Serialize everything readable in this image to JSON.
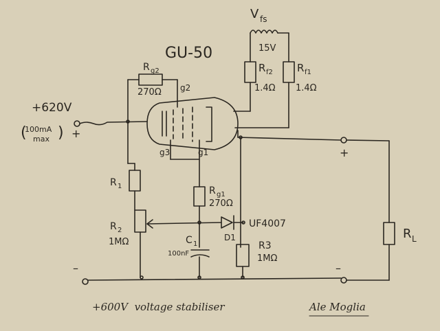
{
  "labels": {
    "tube": "GU-50",
    "vfs": "V",
    "vfs_sub": "fs",
    "filament_voltage": "15V",
    "rf2": "R",
    "rf2_sub": "f2",
    "rf2_value": "1.4Ω",
    "rf1": "R",
    "rf1_sub": "f1",
    "rf1_value": "1.4Ω",
    "rg2": "R",
    "rg2_sub": "g2",
    "rg2_value": "270Ω",
    "pin_g2": "g2",
    "pin_g3": "g3",
    "pin_g1": "g1",
    "supply_voltage": "+620V",
    "supply_current_top": "100mA",
    "supply_current_bottom": "max",
    "plus_in": "+",
    "minus_in": "–",
    "plus_out": "+",
    "minus_out": "–",
    "r1": "R",
    "r1_sub": "1",
    "r2": "R",
    "r2_sub": "2",
    "r2_value": "1MΩ",
    "rg1": "R",
    "rg1_sub": "g1",
    "rg1_value": "270Ω",
    "c1": "C",
    "c1_sub": "1",
    "c1_value": "100nF",
    "diode": "UF4007",
    "d1": "D1",
    "r3": "R3",
    "r3_value": "1MΩ",
    "rl": "R",
    "rl_sub": "L",
    "caption": "+600V  voltage stabiliser",
    "signature": "Ale Moglia"
  },
  "colors": {
    "paper": "#d9d0b8",
    "ink": "#2a2620"
  }
}
